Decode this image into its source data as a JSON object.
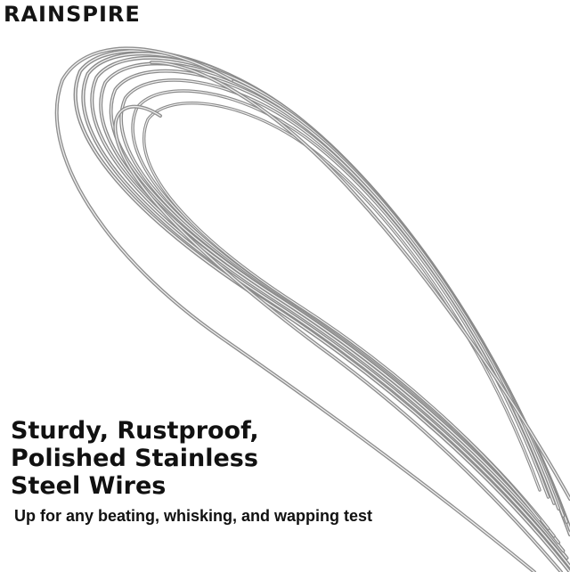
{
  "brand": {
    "logo_text": "RAINSPIRE"
  },
  "product": {
    "image_icon": "balloon-whisk-image",
    "wire_color": "#8c8c8c",
    "wire_highlight": "#e6e6e6"
  },
  "feature": {
    "headline_lines": [
      "Sturdy, Rustproof,",
      "Polished Stainless",
      "Steel Wires"
    ],
    "tagline": "Up for any beating, whisking, and wapping test"
  }
}
